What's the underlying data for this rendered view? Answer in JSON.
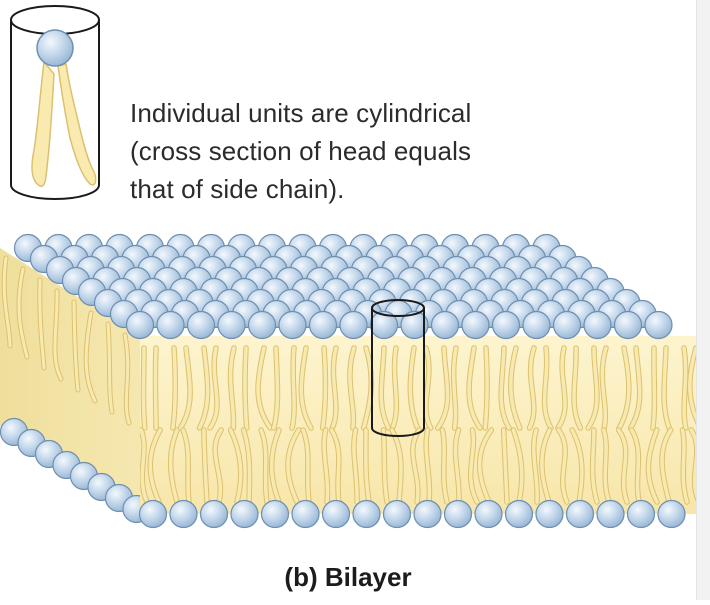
{
  "caption": {
    "lines": [
      "Individual units are cylindrical",
      "(cross section of head equals",
      "that of side chain)."
    ]
  },
  "panel": {
    "letter": "(b)",
    "name": "Bilayer"
  },
  "colors": {
    "head_fill": "#b8cfe6",
    "head_highlight": "#eef5fc",
    "head_outline": "#6f8fb0",
    "tail_fill": "#f8eaae",
    "tail_outline": "#dcc070",
    "core_fill": "#fbefbf",
    "cylinder_outline": "#1a1a1a"
  },
  "icons": {
    "single_unit": "lipid-cylinder-icon",
    "bilayer": "lipid-bilayer-block"
  }
}
